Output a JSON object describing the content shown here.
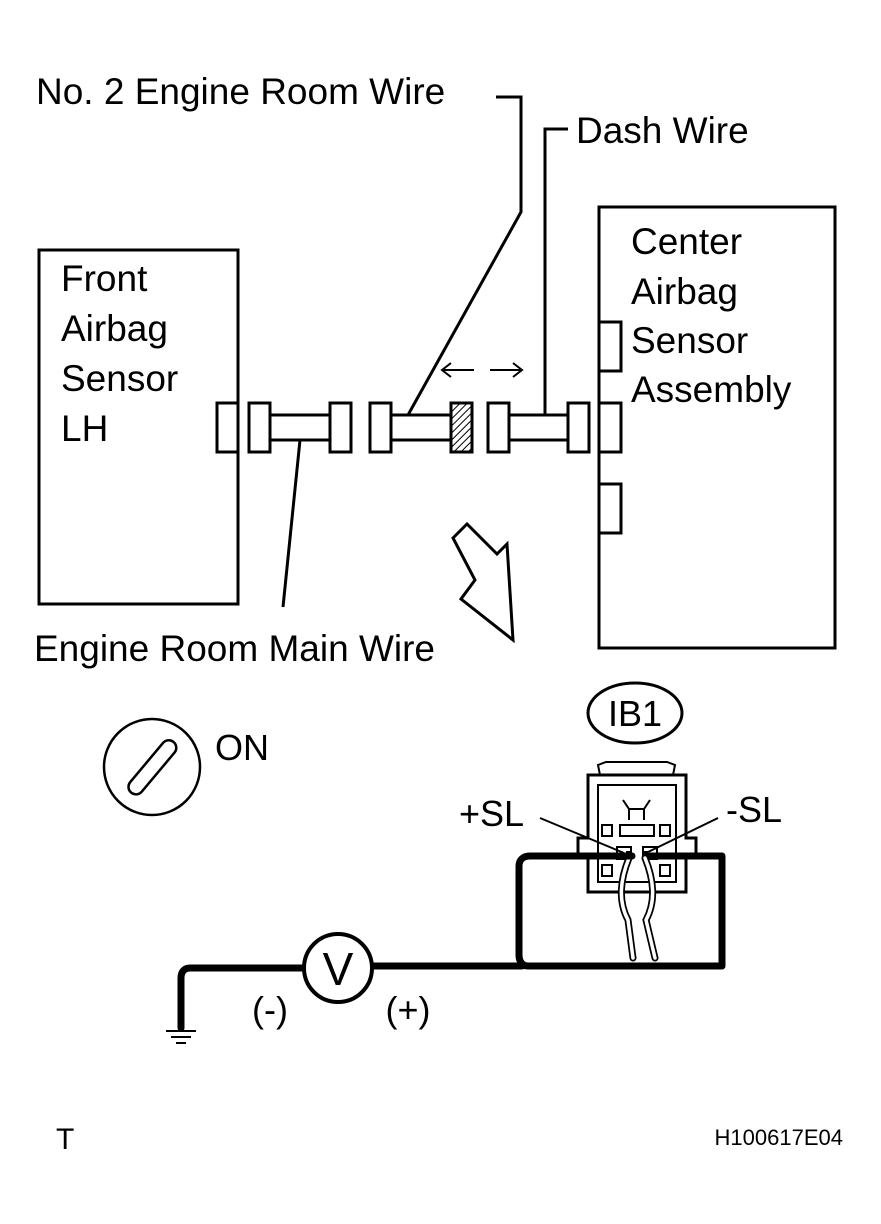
{
  "labels": {
    "no2_engine_room_wire": "No. 2 Engine Room Wire",
    "dash_wire": "Dash Wire",
    "front_sensor": [
      "Front",
      "Airbag",
      "Sensor",
      "LH"
    ],
    "center_sensor": [
      "Center",
      "Airbag",
      "Sensor",
      "Assembly"
    ],
    "engine_room_main_wire": "Engine Room Main Wire",
    "ignition_state": "ON",
    "connector_code": "IB1",
    "plus_terminal": "+SL",
    "minus_terminal": "-SL",
    "voltmeter_symbol": "V",
    "neg_lead": "(-)",
    "pos_lead": "(+)"
  },
  "footer": {
    "left_mark": "T",
    "figure_id": "H100617E04"
  }
}
